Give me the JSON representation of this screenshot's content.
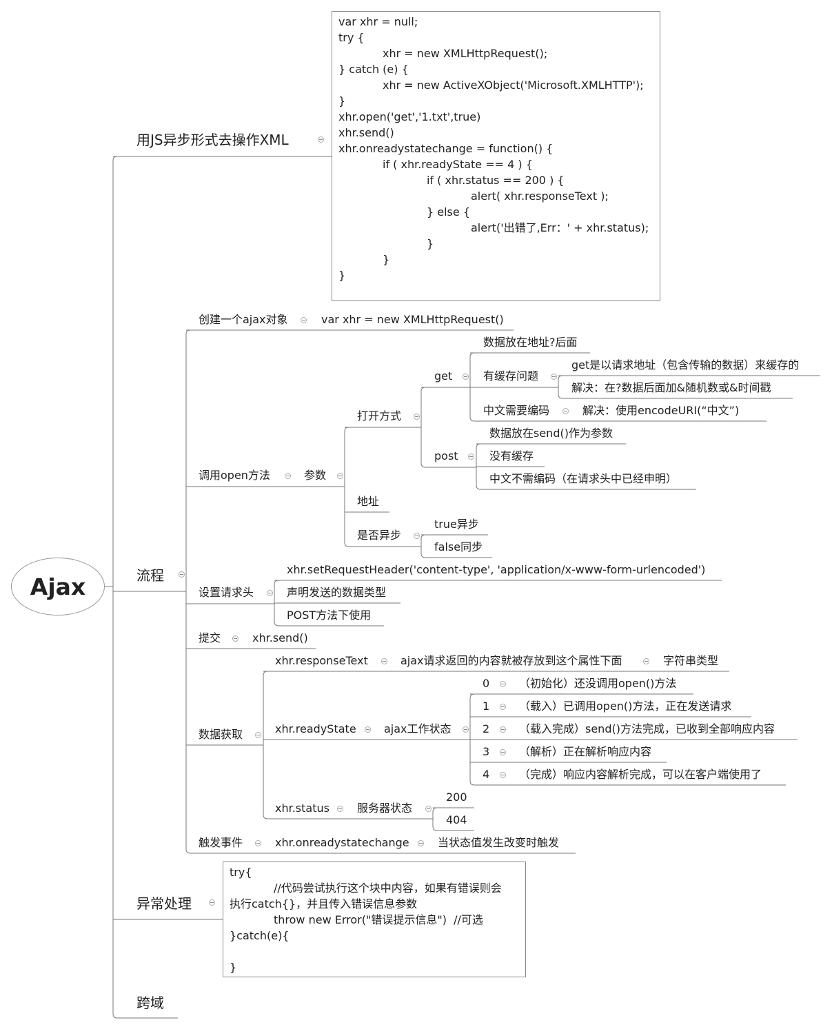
{
  "root": "Ajax",
  "branches": {
    "xml": "用JS异步形式去操作XML",
    "flow": "流程",
    "exception": "异常处理",
    "cors": "跨域"
  },
  "code_xml": [
    "var xhr = null;",
    "try {",
    "\t\txhr = new XMLHttpRequest();",
    "} catch (e) {",
    "\t\txhr = new ActiveXObject('Microsoft.XMLHTTP');",
    "}",
    "xhr.open('get','1.txt',true)",
    "xhr.send()",
    "xhr.onreadystatechange = function() {",
    "\t\tif ( xhr.readyState == 4 ) {",
    "\t\t\t\tif ( xhr.status == 200 ) {",
    "\t\t\t\t\t\talert( xhr.responseText );",
    "\t\t\t\t} else {",
    "\t\t\t\t\t\talert('出错了,Err：' + xhr.status);",
    "\t\t\t\t}",
    "\t\t}",
    "}"
  ],
  "code_try": [
    "try{",
    "\t\t//代码尝试执行这个块中内容，如果有错误则会",
    "执行catch{}，并且传入错误信息参数",
    "\t\tthrow new Error(\"错误提示信息\")  //可选",
    "}catch(e){",
    "",
    "}"
  ],
  "flow": {
    "create": {
      "label": "创建一个ajax对象",
      "value": "var xhr = new XMLHttpRequest()"
    },
    "open": {
      "label": "调用open方法",
      "params": "参数",
      "method": "打开方式",
      "get": {
        "label": "get",
        "data_pos": "数据放在地址?后面",
        "cache": "有缓存问题",
        "cache_reason": "get是以请求地址（包含传输的数据）来缓存的",
        "cache_fix": "解决：在?数据后面加&随机数或&时间戳",
        "encode": "中文需要编码",
        "encode_fix": "解决：使用encodeURI(“中文”)"
      },
      "post": {
        "label": "post",
        "data_pos": "数据放在send()作为参数",
        "cache": "没有缓存",
        "encode": "中文不需编码（在请求头中已经申明）"
      },
      "address": "地址",
      "async": "是否异步",
      "true": "true异步",
      "false": "false同步"
    },
    "header": {
      "label": "设置请求头",
      "code": "xhr.setRequestHeader('content-type', 'application/x-www-form-urlencoded')",
      "note1": "声明发送的数据类型",
      "note2": "POST方法下使用"
    },
    "submit": {
      "label": "提交",
      "value": "xhr.send()"
    },
    "fetch": {
      "label": "数据获取",
      "responseText": "xhr.responseText",
      "responseText_desc": "ajax请求返回的内容就被存放到这个属性下面",
      "responseText_type": "字符串类型",
      "readyState": "xhr.readyState",
      "readyState_desc": "ajax工作状态",
      "states": [
        {
          "num": "0",
          "desc": "（初始化）还没调用open()方法"
        },
        {
          "num": "1",
          "desc": "（载入）已调用open()方法，正在发送请求"
        },
        {
          "num": "2",
          "desc": "（载入完成）send()方法完成，已收到全部响应内容"
        },
        {
          "num": "3",
          "desc": "（解析）正在解析响应内容"
        },
        {
          "num": "4",
          "desc": "（完成）响应内容解析完成，可以在客户端使用了"
        }
      ],
      "status": "xhr.status",
      "status_desc": "服务器状态",
      "codes": [
        "200",
        "404"
      ]
    },
    "event": {
      "label": "触发事件",
      "value": "xhr.onreadystatechange",
      "desc": "当状态值发生改变时触发"
    }
  }
}
